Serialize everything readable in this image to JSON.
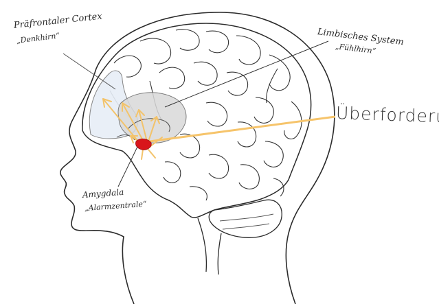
{
  "labels": {
    "prefrontal_title": "Präfrontaler Cortex",
    "prefrontal_sub": "„Denkhirn“",
    "limbic_title": "Limbisches System",
    "limbic_sub": "„Fühlhirn“",
    "overload": "Überforderung",
    "amygdala_title": "Amygdala",
    "amygdala_sub": "„Alarmzentrale“"
  },
  "colors": {
    "ink": "#2b2b2b",
    "pencil": "#555555",
    "overload_line": "#f6c46b",
    "arrows": "#f3c36a",
    "amygdala": "#d8151b",
    "limbic_fill": "#d9d9d9",
    "pfc_fill": "#e7eef7"
  }
}
